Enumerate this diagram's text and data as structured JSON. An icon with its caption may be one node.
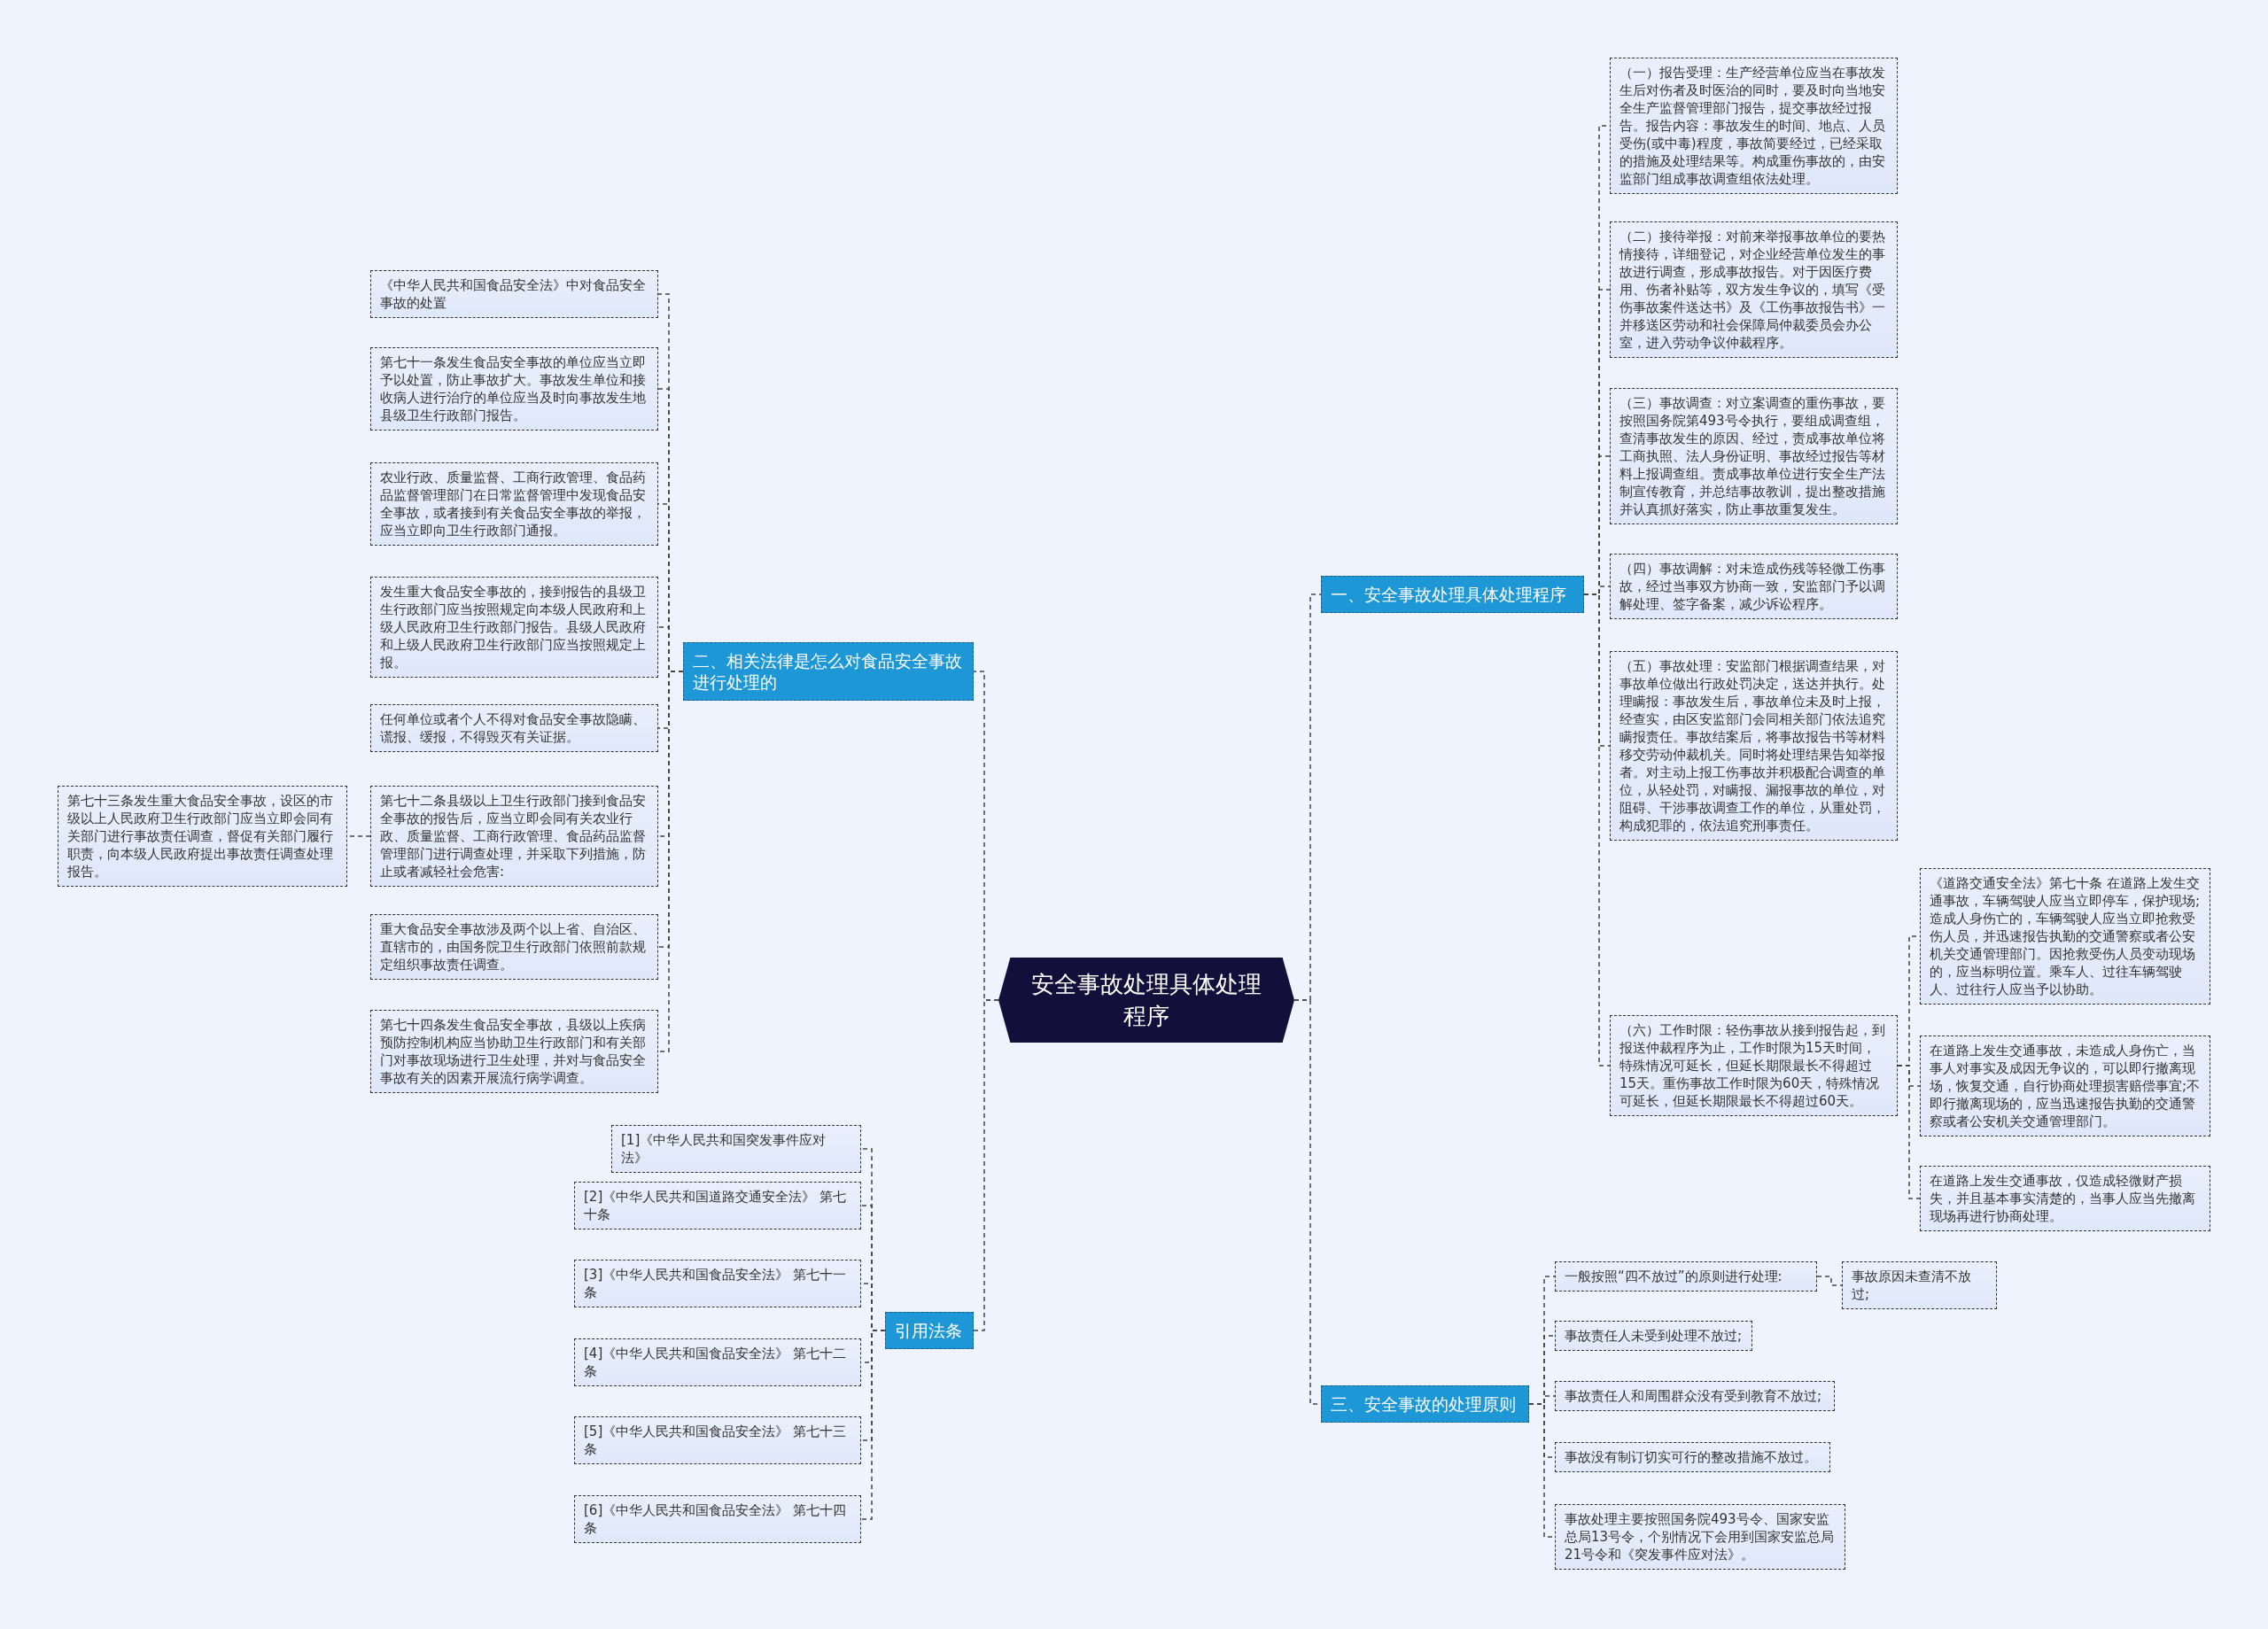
{
  "diagram": {
    "nodes": [
      {
        "text": [
          "安全事故处理具体处理程序"
        ]
      },
      {
        "text": [
          "一、安全事故处理具体处理程序"
        ]
      },
      {
        "text": [
          "（一）报告受理：生产经营单位应当在事故发生后对伤者及时医治的同时，要及时向当地安全生产监督管理部门报告，提交事故经过报告。报告内容：事故发生的时间、地点、人员受伤(或中毒)程度，事故简要经过，已经采取的措施及处理结果等。构成重伤事故的，由安监部门组成事故调查组依法处理。"
        ]
      },
      {
        "text": [
          "（二）接待举报：对前来举报事故单位的要热情接待，详细登记，对企业经营单位发生的事故进行调查，形成事故报告。对于因医疗费用、伤者补贴等，双方发生争议的，填写《受伤事故案件送达书》及《工伤事故报告书》一并移送区劳动和社会保障局仲裁委员会办公室，进入劳动争议仲裁程序。"
        ]
      },
      {
        "text": [
          "（三）事故调查：对立案调查的重伤事故，要按照国务院第493号令执行，要组成调查组，查清事故发生的原因、经过，责成事故单位将工商执照、法人身份证明、事故经过报告等材料上报调查组。责成事故单位进行安全生产法制宣传教育，并总结事故教训，提出整改措施并认真抓好落实，防止事故重复发生。"
        ]
      },
      {
        "text": [
          "（四）事故调解：对未造成伤残等轻微工伤事故，经过当事双方协商一致，安监部门予以调解处理、签字备案，减少诉讼程序。"
        ]
      },
      {
        "text": [
          "（五）事故处理：安监部门根据调查结果，对事故单位做出行政处罚决定，送达并执行。处理瞒报：事故发生后，事故单位未及时上报，经查实，由区安监部门会同相关部门依法追究瞒报责任。事故结案后，将事故报告书等材料移交劳动仲裁机关。同时将处理结果告知举报者。对主动上报工伤事故并积极配合调查的单位，从轻处罚，对瞒报、漏报事故的单位，对阻碍、干涉事故调查工作的单位，从重处罚，构成犯罪的，依法追究刑事责任。"
        ]
      },
      {
        "text": [
          "（六）工作时限：轻伤事故从接到报告起，到报送仲裁程序为止，工作时限为15天时间，特殊情况可延长，但延长期限最长不得超过15天。重伤事故工作时限为60天，特殊情况可延长，但延长期限最长不得超过60天。"
        ]
      },
      {
        "text": [
          "《道路交通安全法》第七十条 在道路上发生交通事故，车辆驾驶人应当立即停车，保护现场;造成人身伤亡的，车辆驾驶人应当立即抢救受伤人员，并迅速报告执勤的交通警察或者公安机关交通管理部门。因抢救受伤人员变动现场的，应当标明位置。乘车人、过往车辆驾驶人、过往行人应当予以协助。"
        ]
      },
      {
        "text": [
          "在道路上发生交通事故，未造成人身伤亡，当事人对事实及成因无争议的，可以即行撤离现场，恢复交通，自行协商处理损害赔偿事宜;不即行撤离现场的，应当迅速报告执勤的交通警察或者公安机关交通管理部门。"
        ]
      },
      {
        "text": [
          "在道路上发生交通事故，仅造成轻微财产损失，并且基本事实清楚的，当事人应当先撤离现场再进行协商处理。"
        ]
      },
      {
        "text": [
          "三、安全事故的处理原则"
        ]
      },
      {
        "text": [
          "一般按照“四不放过”的原则进行处理:"
        ]
      },
      {
        "text": [
          "事故原因未查清不放过;"
        ]
      },
      {
        "text": [
          "事故责任人未受到处理不放过;"
        ]
      },
      {
        "text": [
          "事故责任人和周围群众没有受到教育不放过;"
        ]
      },
      {
        "text": [
          "事故没有制订切实可行的整改措施不放过。"
        ]
      },
      {
        "text": [
          "事故处理主要按照国务院493号令、国家安监总局13号令，个别情况下会用到国家安监总局21号令和《突发事件应对法》。"
        ]
      },
      {
        "text": [
          "二、相关法律是怎么对食品安全事故进行处理的"
        ]
      },
      {
        "text": [
          "《中华人民共和国食品安全法》中对食品安全事故的处置"
        ]
      },
      {
        "text": [
          "第七十一条发生食品安全事故的单位应当立即予以处置，防止事故扩大。事故发生单位和接收病人进行治疗的单位应当及时向事故发生地县级卫生行政部门报告。"
        ]
      },
      {
        "text": [
          "农业行政、质量监督、工商行政管理、食品药品监督管理部门在日常监督管理中发现食品安全事故，或者接到有关食品安全事故的举报，应当立即向卫生行政部门通报。"
        ]
      },
      {
        "text": [
          "发生重大食品安全事故的，接到报告的县级卫生行政部门应当按照规定向本级人民政府和上级人民政府卫生行政部门报告。县级人民政府和上级人民政府卫生行政部门应当按照规定上报。"
        ]
      },
      {
        "text": [
          "任何单位或者个人不得对食品安全事故隐瞒、谎报、缓报，不得毁灭有关证据。"
        ]
      },
      {
        "text": [
          "第七十二条县级以上卫生行政部门接到食品安全事故的报告后，应当立即会同有关农业行政、质量监督、工商行政管理、食品药品监督管理部门进行调查处理，并采取下列措施，防止或者减轻社会危害:"
        ]
      },
      {
        "text": [
          "第七十三条发生重大食品安全事故，设区的市级以上人民政府卫生行政部门应当立即会同有关部门进行事故责任调查，督促有关部门履行职责，向本级人民政府提出事故责任调查处理报告。"
        ]
      },
      {
        "text": [
          "重大食品安全事故涉及两个以上省、自治区、直辖市的，由国务院卫生行政部门依照前款规定组织事故责任调查。"
        ]
      },
      {
        "text": [
          "第七十四条发生食品安全事故，县级以上疾病预防控制机构应当协助卫生行政部门和有关部门对事故现场进行卫生处理，并对与食品安全事故有关的因素开展流行病学调查。"
        ]
      },
      {
        "text": [
          "引用法条"
        ]
      },
      {
        "text": [
          "[1]《中华人民共和国突发事件应对法》"
        ]
      },
      {
        "text": [
          "[2]《中华人民共和国道路交通安全法》 第七十条"
        ]
      },
      {
        "text": [
          "[3]《中华人民共和国食品安全法》 第七十一条"
        ]
      },
      {
        "text": [
          "[4]《中华人民共和国食品安全法》 第七十二条"
        ]
      },
      {
        "text": [
          "[5]《中华人民共和国食品安全法》 第七十三条"
        ]
      },
      {
        "text": [
          "[6]《中华人民共和国食品安全法》 第七十四条"
        ]
      }
    ],
    "edges": [
      {
        "from": 0,
        "to": 1,
        "arrow": "none"
      },
      {
        "from": 1,
        "to": 2,
        "arrow": "none"
      },
      {
        "from": 1,
        "to": 3,
        "arrow": "none"
      },
      {
        "from": 1,
        "to": 4,
        "arrow": "none"
      },
      {
        "from": 1,
        "to": 5,
        "arrow": "none"
      },
      {
        "from": 1,
        "to": 6,
        "arrow": "none"
      },
      {
        "from": 1,
        "to": 7,
        "arrow": "none"
      },
      {
        "from": 7,
        "to": 8,
        "arrow": "none"
      },
      {
        "from": 7,
        "to": 9,
        "arrow": "none"
      },
      {
        "from": 7,
        "to": 10,
        "arrow": "none"
      },
      {
        "from": 0,
        "to": 11,
        "arrow": "none"
      },
      {
        "from": 11,
        "to": 12,
        "arrow": "none"
      },
      {
        "from": 12,
        "to": 13,
        "arrow": "none"
      },
      {
        "from": 11,
        "to": 14,
        "arrow": "none"
      },
      {
        "from": 11,
        "to": 15,
        "arrow": "none"
      },
      {
        "from": 11,
        "to": 16,
        "arrow": "none"
      },
      {
        "from": 11,
        "to": 17,
        "arrow": "none"
      },
      {
        "from": 0,
        "to": 18,
        "arrow": "none"
      },
      {
        "from": 18,
        "to": 19,
        "arrow": "none"
      },
      {
        "from": 18,
        "to": 20,
        "arrow": "none"
      },
      {
        "from": 18,
        "to": 21,
        "arrow": "none"
      },
      {
        "from": 18,
        "to": 22,
        "arrow": "none"
      },
      {
        "from": 18,
        "to": 23,
        "arrow": "none"
      },
      {
        "from": 18,
        "to": 24,
        "arrow": "none"
      },
      {
        "from": 24,
        "to": 25,
        "arrow": "none"
      },
      {
        "from": 18,
        "to": 26,
        "arrow": "none"
      },
      {
        "from": 18,
        "to": 27,
        "arrow": "none"
      },
      {
        "from": 0,
        "to": 28,
        "arrow": "none"
      },
      {
        "from": 28,
        "to": 29,
        "arrow": "none"
      },
      {
        "from": 28,
        "to": 30,
        "arrow": "none"
      },
      {
        "from": 28,
        "to": 31,
        "arrow": "none"
      },
      {
        "from": 28,
        "to": 32,
        "arrow": "none"
      },
      {
        "from": 28,
        "to": 33,
        "arrow": "none"
      },
      {
        "from": 28,
        "to": 34,
        "arrow": "none"
      }
    ]
  }
}
